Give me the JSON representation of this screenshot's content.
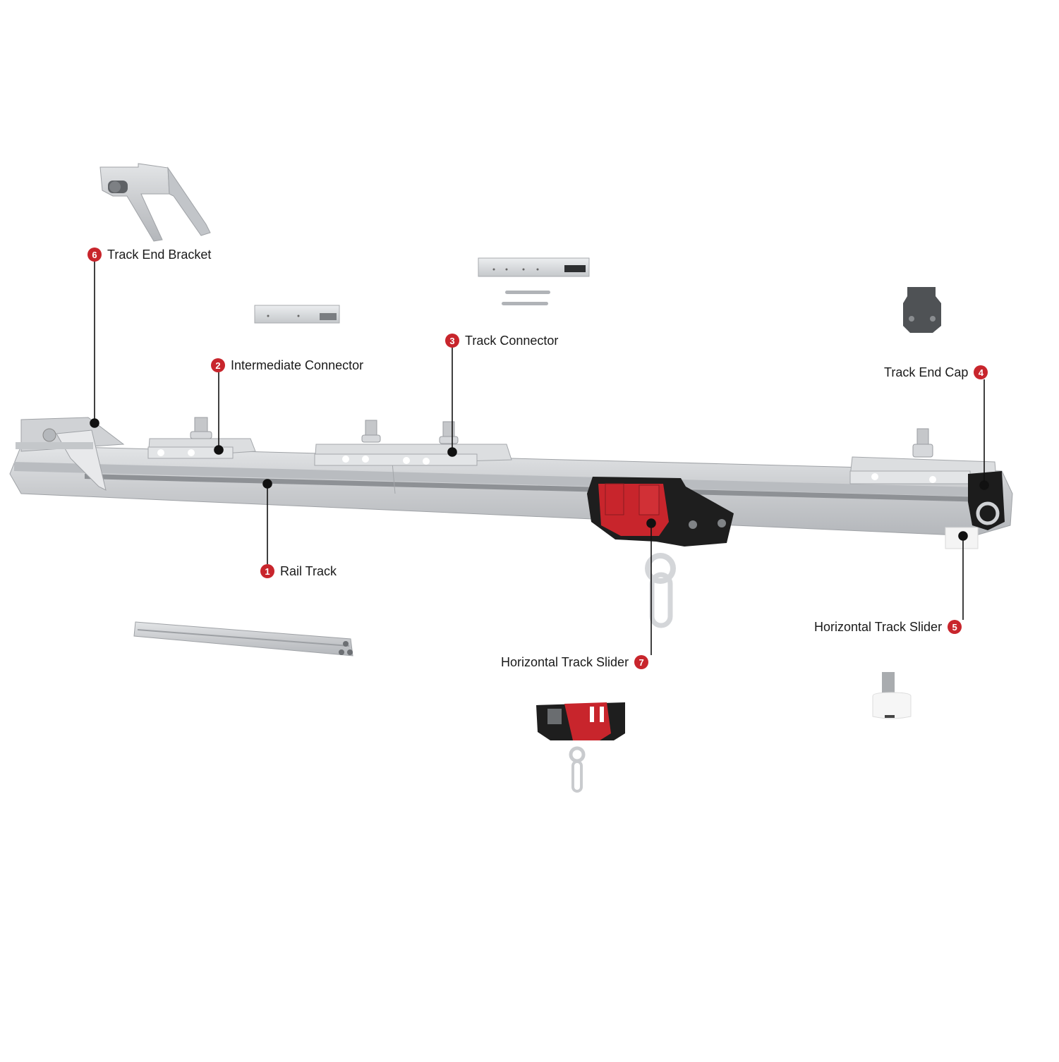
{
  "colors": {
    "accent": "#c8252c",
    "aluminium": "#d6d8db",
    "aluminium_dark": "#a9acb0",
    "black_part": "#1c1c1c",
    "white_part": "#f2f2f2",
    "leader": "#111111"
  },
  "callouts": [
    {
      "id": "rail-track",
      "number": "1",
      "label": "Rail Track"
    },
    {
      "id": "intermediate-connector",
      "number": "2",
      "label": "Intermediate Connector"
    },
    {
      "id": "track-connector",
      "number": "3",
      "label": "Track Connector"
    },
    {
      "id": "track-end-cap",
      "number": "4",
      "label": "Track End Cap"
    },
    {
      "id": "horizontal-track-slider-small",
      "number": "5",
      "label": "Horizontal Track Slider"
    },
    {
      "id": "track-end-bracket",
      "number": "6",
      "label": "Track End Bracket"
    },
    {
      "id": "horizontal-track-slider",
      "number": "7",
      "label": "Horizontal Track Slider"
    }
  ]
}
